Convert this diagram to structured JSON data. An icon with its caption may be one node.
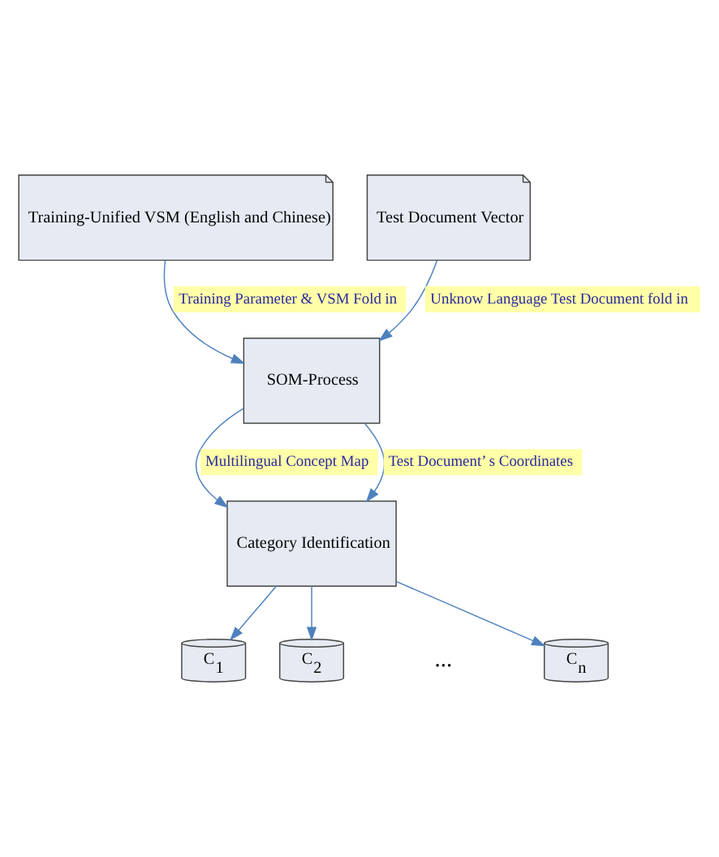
{
  "diagram": {
    "nodes": [
      {
        "text": [
          "Training-Unified VSM (English and Chinese)"
        ]
      },
      {
        "text": [
          "Test Document Vector"
        ]
      },
      {
        "text": [
          "SOM-Process"
        ]
      },
      {
        "text": [
          "Category Identification"
        ]
      },
      {
        "text": [
          "C$_{1}$"
        ]
      },
      {
        "text": [
          "C$_{2}$"
        ]
      },
      {
        "text": [
          "C$_{n}$"
        ]
      }
    ],
    "edges": [
      {
        "from": 0,
        "to": 2,
        "arrow": "to",
        "label": "Training Parameter & VSM Fold in"
      },
      {
        "from": 1,
        "to": 2,
        "arrow": "to",
        "label": "Unknow Language Test Document fold in"
      },
      {
        "from": 2,
        "to": 3,
        "arrow": "to",
        "label": "Multilingual Concept Map"
      },
      {
        "from": 2,
        "to": 3,
        "arrow": "to",
        "label": "Test Document’ s Coordinates"
      },
      {
        "from": 3,
        "to": 4,
        "arrow": "to"
      },
      {
        "from": 3,
        "to": 5,
        "arrow": "to"
      },
      {
        "from": 3,
        "to": 6,
        "arrow": "to"
      }
    ],
    "labels": [
      "..."
    ]
  }
}
